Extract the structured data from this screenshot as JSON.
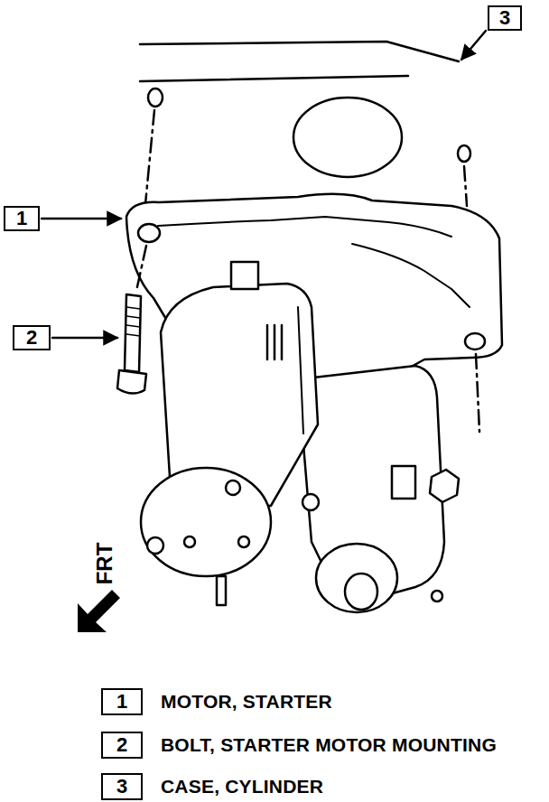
{
  "diagram": {
    "nodes": [
      {
        "text": [
          "3"
        ]
      },
      {
        "text": [
          "1"
        ]
      },
      {
        "text": [
          "2"
        ]
      },
      {
        "text": [
          "1",
          "MOTOR, STARTER"
        ]
      },
      {
        "text": [
          "2",
          "BOLT, STARTER MOTOR MOUNTING"
        ]
      },
      {
        "text": [
          "3",
          "CASE, CYLINDER"
        ]
      }
    ],
    "labels": [
      "FRT"
    ]
  }
}
